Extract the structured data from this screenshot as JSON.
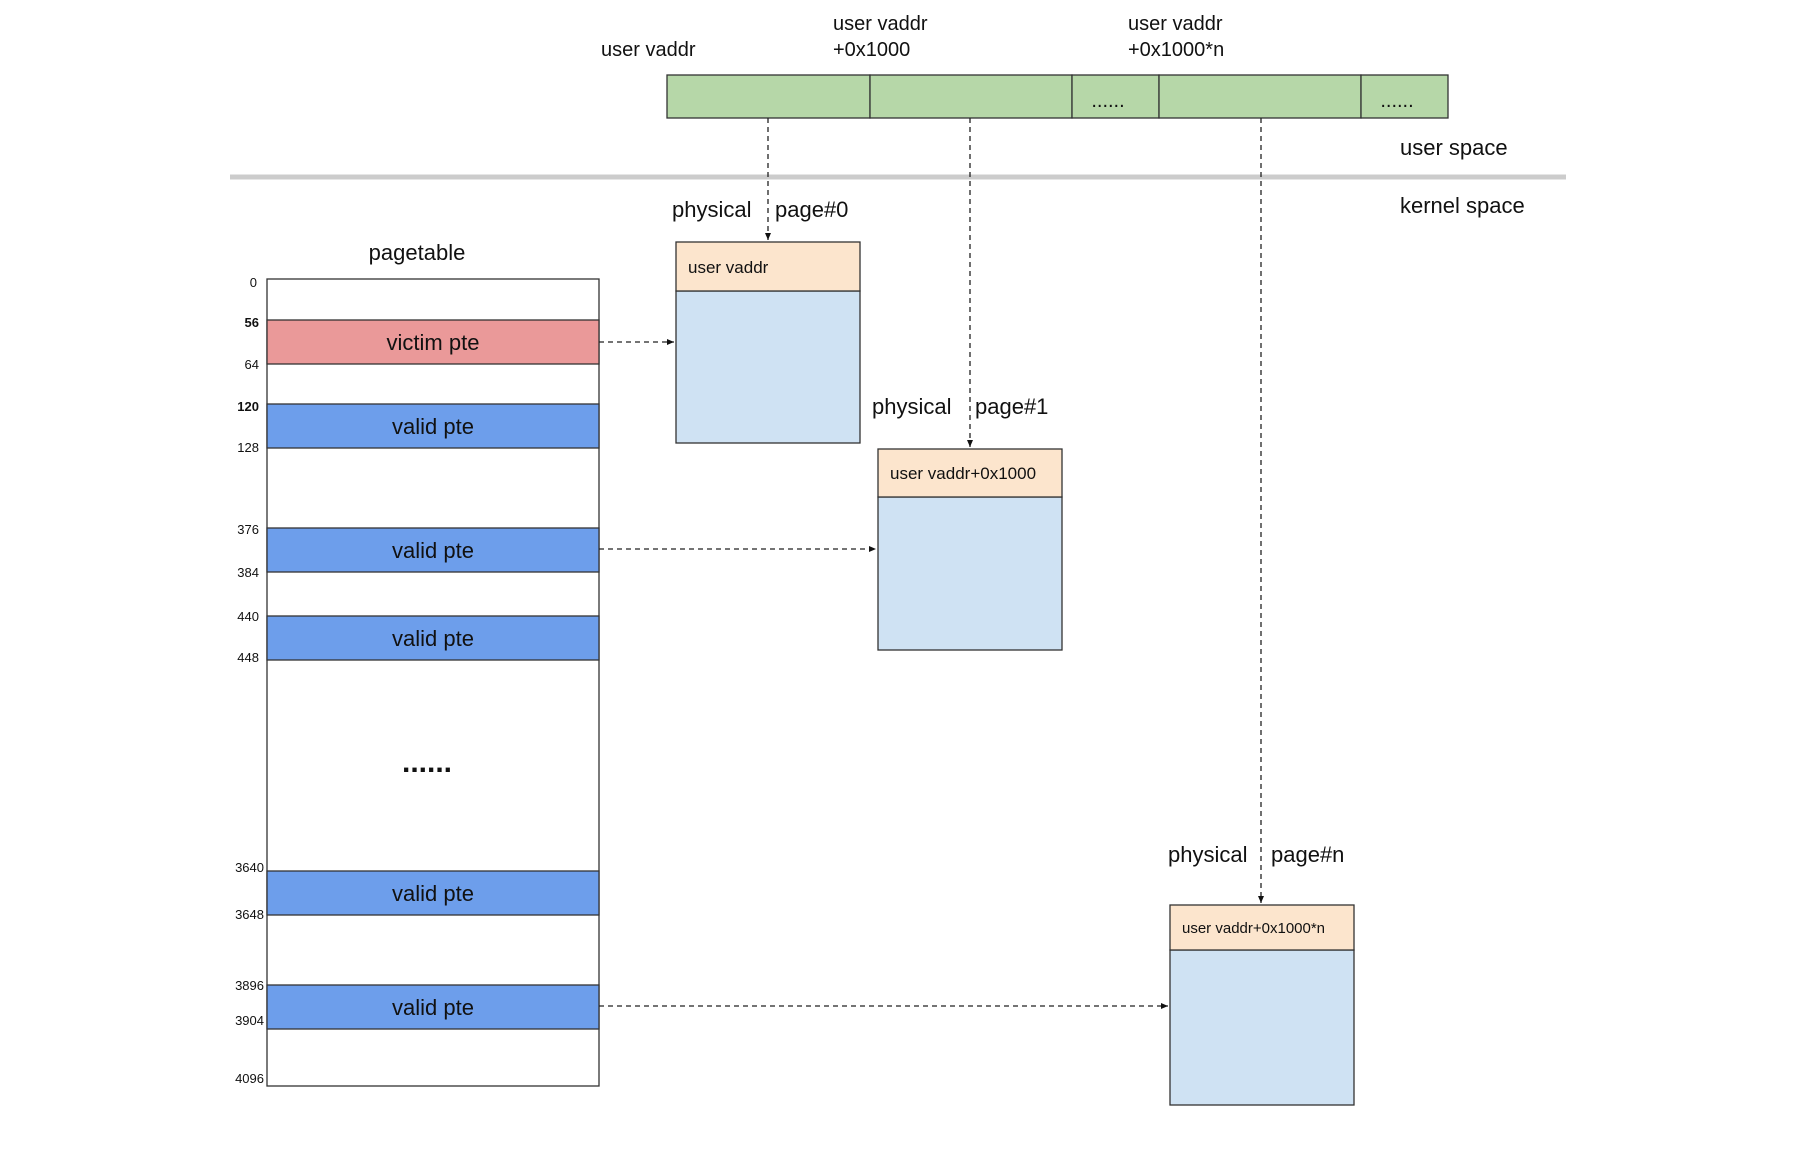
{
  "user_space": {
    "labels": [
      {
        "lines": [
          "user vaddr"
        ]
      },
      {
        "lines": [
          "user vaddr",
          "+0x1000"
        ]
      },
      {
        "lines": [
          "user vaddr",
          "+0x1000*n"
        ]
      }
    ],
    "cells": [
      "",
      "",
      "......",
      "",
      "......"
    ],
    "region_label": "user space"
  },
  "kernel_space": {
    "region_label": "kernel space"
  },
  "pagetable": {
    "title": "pagetable",
    "offsets": [
      "0",
      "56",
      "64",
      "120",
      "128",
      "376",
      "384",
      "440",
      "448",
      "3640",
      "3648",
      "3896",
      "3904",
      "4096"
    ],
    "entries": [
      {
        "label": "victim pte",
        "kind": "victim"
      },
      {
        "label": "valid pte",
        "kind": "valid"
      },
      {
        "label": "valid pte",
        "kind": "valid"
      },
      {
        "label": "valid pte",
        "kind": "valid"
      },
      {
        "label": "valid pte",
        "kind": "valid"
      },
      {
        "label": "valid pte",
        "kind": "valid"
      }
    ],
    "ellipsis": "......"
  },
  "physical_pages": [
    {
      "title_a": "physical",
      "title_b": "page#0",
      "header": "user vaddr"
    },
    {
      "title_a": "physical",
      "title_b": "page#1",
      "header": "user vaddr+0x1000"
    },
    {
      "title_a": "physical",
      "title_b": "page#n",
      "header": "user vaddr+0x1000*n"
    }
  ],
  "colors": {
    "user_cell": "#b6d7a8",
    "victim_pte": "#ea9999",
    "valid_pte": "#6d9eeb",
    "page_header": "#fce5cd",
    "page_body": "#cfe2f3",
    "divider": "#cccccc"
  }
}
